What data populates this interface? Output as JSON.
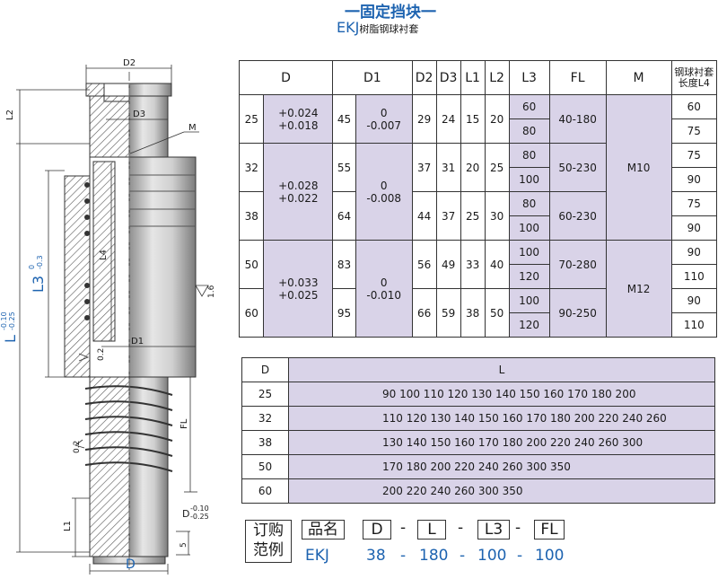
{
  "title": "一固定挡块一",
  "subtitle_main": "EKJ",
  "subtitle_sub": "树脂钢球衬套",
  "drawing": {
    "d2": "D2",
    "d3": "D3",
    "m": "M",
    "l2": "L2",
    "l3": "L3",
    "l3_tol_hi": "0",
    "l3_tol_lo": "-0.3",
    "l": "L",
    "l_tol_hi": "-0.10",
    "l_tol_lo": "-0.25",
    "l4": "L4",
    "d1": "D1",
    "r1": "0.2",
    "fl": "FL",
    "r2": "0.2",
    "l1": "L1",
    "d": "D",
    "d_tol_hi": "-0.10",
    "d_tol_lo": "-0.25",
    "five": "5",
    "rough": "1.6"
  },
  "spec_table": {
    "headers": [
      "D",
      "D1",
      "D2",
      "D3",
      "L1",
      "L2",
      "L3",
      "FL",
      "M",
      "钢球衬套",
      "长度L4"
    ],
    "d": [
      "25",
      "32",
      "38",
      "50",
      "60"
    ],
    "d_tol": [
      "+0.024",
      "+0.018",
      "+0.028",
      "+0.022",
      "+0.033",
      "+0.025"
    ],
    "d1": [
      "45",
      "55",
      "64",
      "83",
      "95"
    ],
    "d1_tol": [
      "0",
      "-0.007",
      "0",
      "-0.008",
      "0",
      "-0.010"
    ],
    "d2": [
      "29",
      "37",
      "44",
      "56",
      "66"
    ],
    "d3": [
      "24",
      "31",
      "37",
      "49",
      "59"
    ],
    "l1": [
      "15",
      "20",
      "25",
      "33",
      "38"
    ],
    "l2": [
      "20",
      "25",
      "30",
      "40",
      "50"
    ],
    "l3": [
      "60",
      "80",
      "80",
      "100",
      "80",
      "100",
      "100",
      "120",
      "100",
      "120"
    ],
    "fl": [
      "40-180",
      "50-230",
      "60-230",
      "70-280",
      "90-250"
    ],
    "m": [
      "M10",
      "M12"
    ],
    "l4": [
      "60",
      "75",
      "75",
      "90",
      "75",
      "90",
      "90",
      "110",
      "90",
      "110"
    ]
  },
  "length_table": {
    "headers": [
      "D",
      "L"
    ],
    "rows": [
      {
        "d": "25",
        "l": "90 100 110 120 130 140 150 160 170 180 200"
      },
      {
        "d": "32",
        "l": "110 120 130 140 150 160 170 180 200 220 240 260"
      },
      {
        "d": "38",
        "l": "130 140 150 160 170 180 200 220 240 260 300"
      },
      {
        "d": "50",
        "l": "170 180 200 220 240 260 300 350"
      },
      {
        "d": "60",
        "l": "200 220 240 260 300 350"
      }
    ]
  },
  "order_example": {
    "label_1": "订购",
    "label_2": "范例",
    "name_label": "品名",
    "box_d": "D",
    "box_l": "L",
    "box_l3": "L3",
    "box_fl": "FL",
    "dash": "-",
    "values": {
      "name": "EKJ",
      "d": "38",
      "l": "180",
      "l3": "100",
      "fl": "100"
    }
  }
}
